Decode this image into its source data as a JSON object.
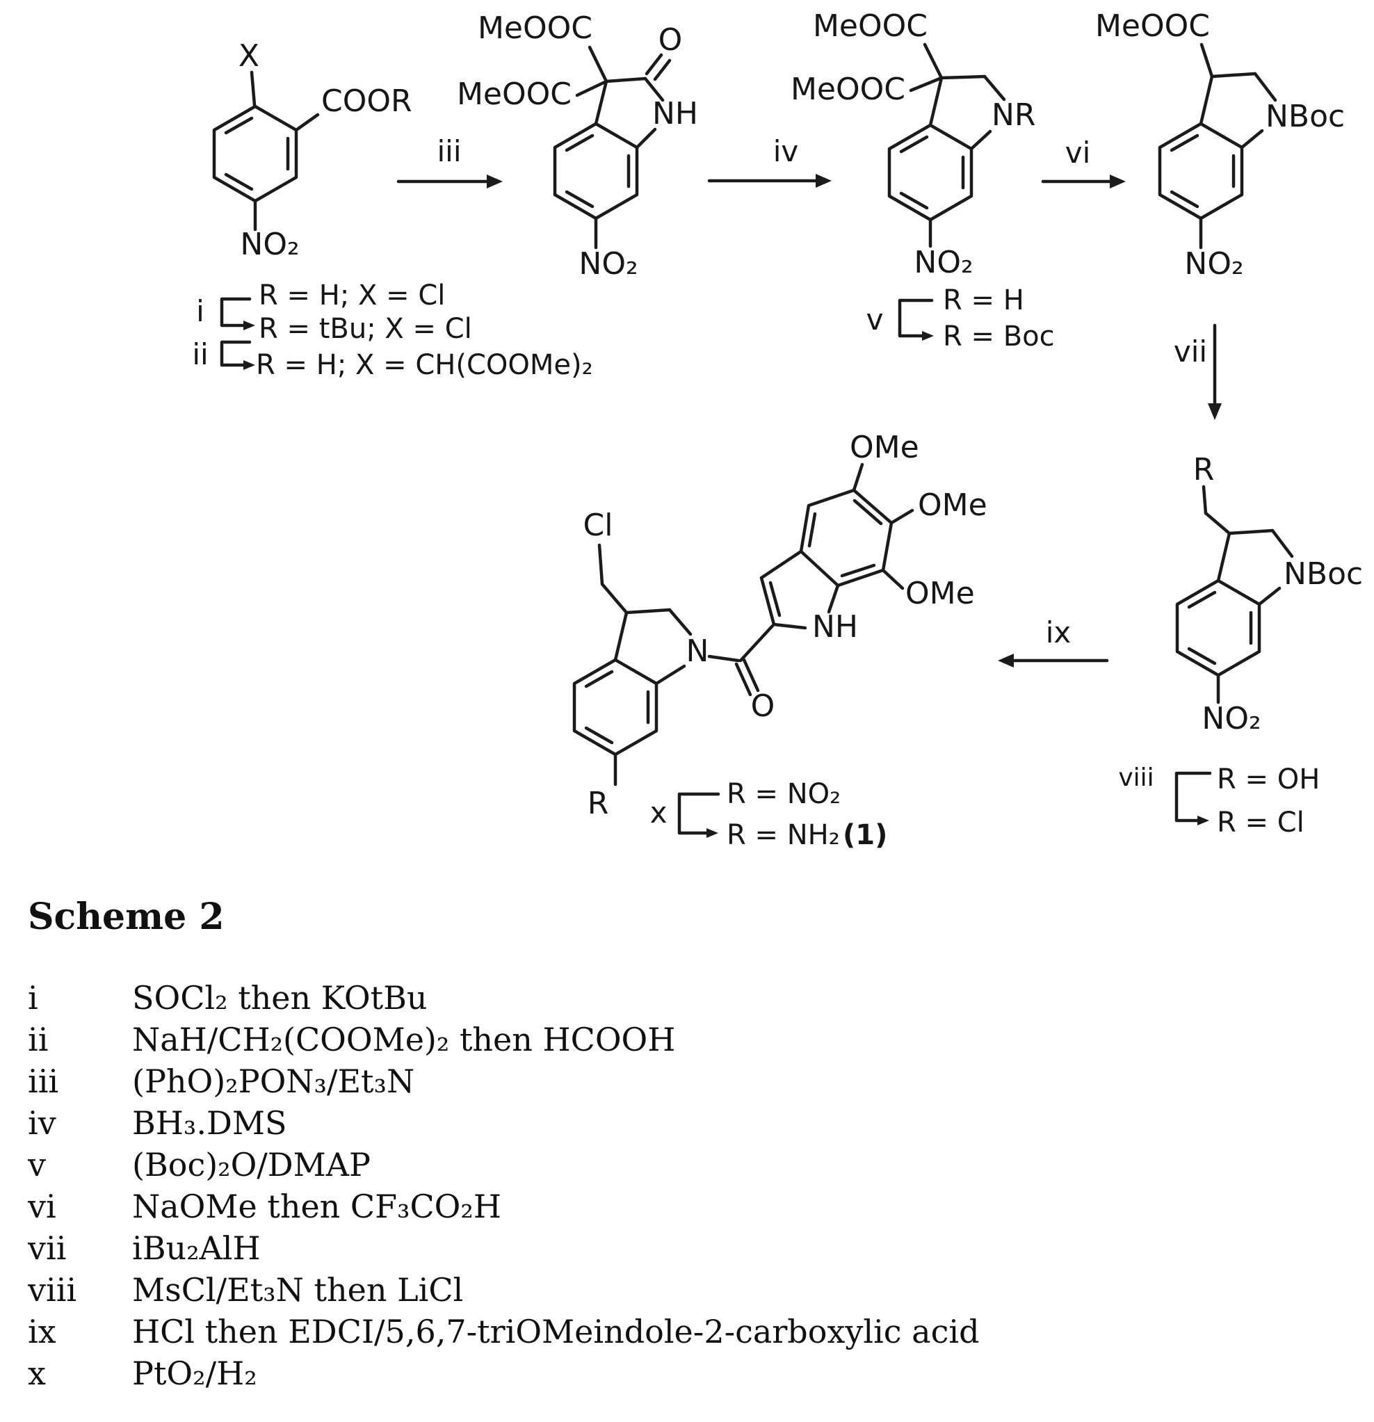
{
  "title": {
    "label": "Scheme 2"
  },
  "scheme": {
    "s1": {
      "x": "X",
      "coor": "COOR",
      "no2": "NO₂",
      "step_i": "i",
      "step_ii": "ii",
      "assign1": "R = H; X = Cl",
      "assign2": "R = tBu; X = Cl",
      "assign3": "R = H; X = CH(COOMe)₂"
    },
    "arrow_iii": "iii",
    "s2": {
      "ester1": "MeOOC",
      "ester2": "MeOOC",
      "o": "O",
      "nh": "NH",
      "no2": "NO₂"
    },
    "arrow_iv": "iv",
    "s3": {
      "ester1": "MeOOC",
      "ester2": "MeOOC",
      "nr": "NR",
      "no2": "NO₂",
      "step_v": "v",
      "assign1": "R = H",
      "assign2": "R = Boc"
    },
    "arrow_vi": "vi",
    "s4": {
      "ester": "MeOOC",
      "nboc": "NBoc",
      "no2": "NO₂"
    },
    "arrow_vii": "vii",
    "s5": {
      "r": "R",
      "nboc": "NBoc",
      "no2": "NO₂",
      "step_viii": "viii",
      "assign1": "R = OH",
      "assign2": "R = Cl"
    },
    "arrow_ix": "ix",
    "product": {
      "cl": "Cl",
      "n": "N",
      "o": "O",
      "nh": "NH",
      "ome1": "OMe",
      "ome2": "OMe",
      "ome3": "OMe",
      "r": "R",
      "step_x": "x",
      "assign1": "R = NO₂",
      "assign2": "R = NH₂",
      "compound": "(1)"
    }
  },
  "legend": {
    "rows": [
      {
        "num": "i",
        "text": "SOCl₂ then KOtBu"
      },
      {
        "num": "ii",
        "text": "NaH/CH₂(COOMe)₂ then HCOOH"
      },
      {
        "num": "iii",
        "text": "(PhO)₂PON₃/Et₃N"
      },
      {
        "num": "iv",
        "text": "BH₃.DMS"
      },
      {
        "num": "v",
        "text": "(Boc)₂O/DMAP"
      },
      {
        "num": "vi",
        "text": "NaOMe then CF₃CO₂H"
      },
      {
        "num": "vii",
        "text": "iBu₂AlH"
      },
      {
        "num": "viii",
        "text": "MsCl/Et₃N then LiCl"
      },
      {
        "num": "ix",
        "text": "HCl then EDCI/5,6,7-triOMeindole-2-carboxylic acid"
      },
      {
        "num": "x",
        "text": "PtO₂/H₂"
      }
    ]
  }
}
